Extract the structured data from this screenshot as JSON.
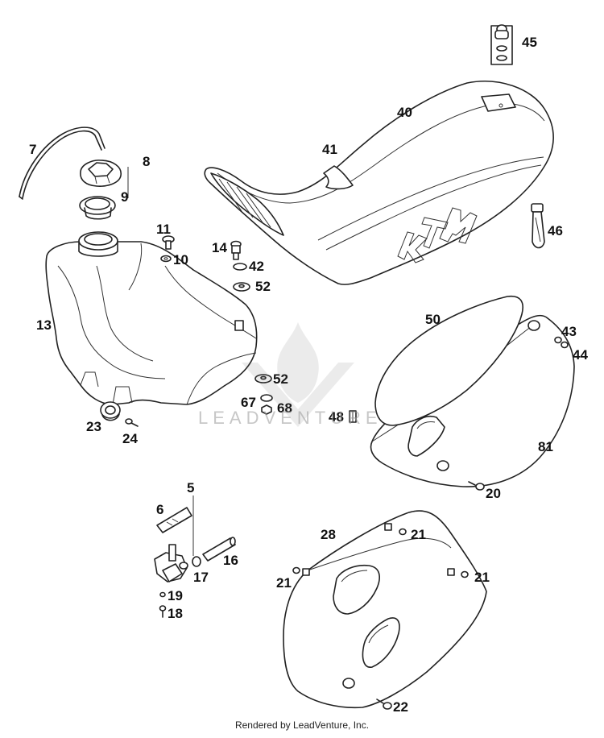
{
  "parts": {
    "p7": "7",
    "p8": "8",
    "p9": "9",
    "p11": "11",
    "p10": "10",
    "p13": "13",
    "p14": "14",
    "p42": "42",
    "p52a": "52",
    "p52b": "52",
    "p67": "67",
    "p68": "68",
    "p23": "23",
    "p24": "24",
    "p45": "45",
    "p40": "40",
    "p41": "41",
    "p46": "46",
    "p50": "50",
    "p43": "43",
    "p44": "44",
    "p48": "48",
    "p81": "81",
    "p20": "20",
    "p5": "5",
    "p6": "6",
    "p16": "16",
    "p17": "17",
    "p19": "19",
    "p18": "18",
    "p28": "28",
    "p21a": "21",
    "p21b": "21",
    "p21c": "21",
    "p22": "22"
  },
  "watermark": {
    "text": "LEADVENTURE"
  },
  "footer": {
    "text": "Rendered by LeadVenture, Inc."
  }
}
